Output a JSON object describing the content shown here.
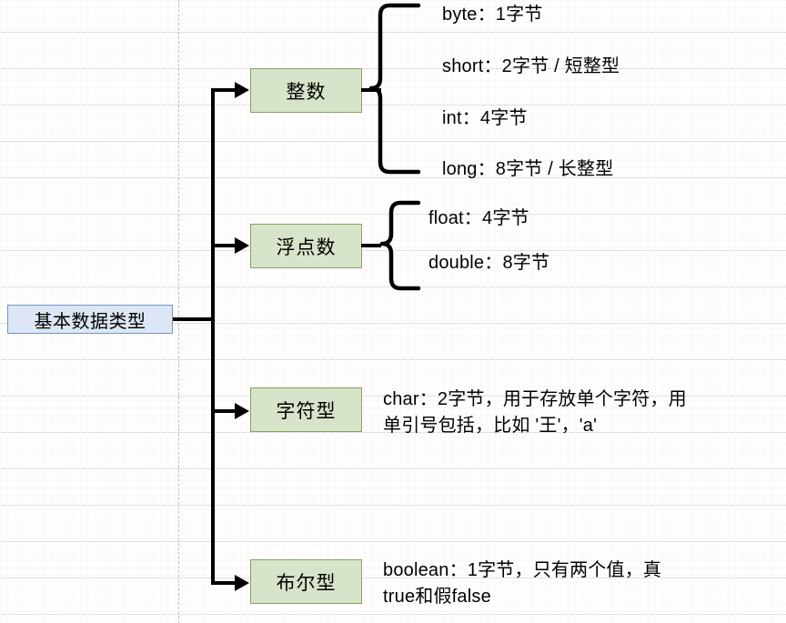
{
  "diagram": {
    "title": "基本数据类型",
    "type": "tree-mindmap",
    "colors": {
      "root_fill": "#dce6f4",
      "root_border": "#7394c6",
      "branch_fill": "#d7e4c9",
      "branch_border": "#86a363",
      "connector": "#000000",
      "grid_major": "#d0d0d0",
      "grid_minor": "#fdf6f6",
      "page_guide": "#bdbdbd"
    },
    "root": {
      "label": "基本数据类型"
    },
    "branches": [
      {
        "id": "integer",
        "label": "整数",
        "grouping": "brace",
        "leaves": [
          {
            "text": "byte：1字节"
          },
          {
            "text": "short：2字节 / 短整型"
          },
          {
            "text": "int：4字节"
          },
          {
            "text": "long：8字节 / 长整型"
          }
        ]
      },
      {
        "id": "float",
        "label": "浮点数",
        "grouping": "brace",
        "leaves": [
          {
            "text": "float：4字节"
          },
          {
            "text": "double：8字节"
          }
        ]
      },
      {
        "id": "char",
        "label": "字符型",
        "grouping": "none",
        "leaves": [
          {
            "text": "char：2字节，用于存放单个字符，用\n单引号包括，比如 '王'，'a'"
          }
        ]
      },
      {
        "id": "boolean",
        "label": "布尔型",
        "grouping": "none",
        "leaves": [
          {
            "text": "boolean：1字节，只有两个值，真\ntrue和假false"
          }
        ]
      }
    ]
  }
}
